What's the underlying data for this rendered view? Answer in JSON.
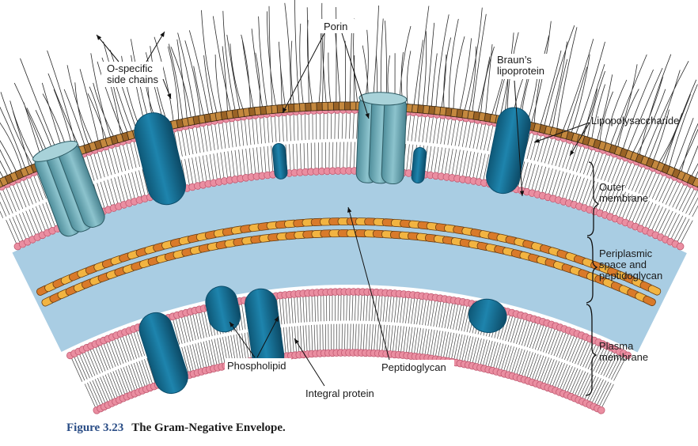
{
  "labels": {
    "o_specific": [
      "O-specific",
      "side chains"
    ],
    "porin": "Porin",
    "brauns": [
      "Braun’s",
      "lipoprotein"
    ],
    "lps": "Lipopolysaccharide",
    "outer": [
      "Outer",
      "membrane"
    ],
    "periplasmic": [
      "Periplasmic",
      "space and",
      "peptidoglycan"
    ],
    "plasma": [
      "Plasma",
      "membrane"
    ],
    "phospholipid": "Phospholipid",
    "peptidoglycan": "Peptidoglycan",
    "integral": "Integral protein"
  },
  "caption": {
    "number": "Figure 3.23",
    "title": "The Gram-Negative Envelope."
  },
  "colors": {
    "head": "#ea8ea1",
    "head_stroke": "#c25a72",
    "periplasm": "#a9cde3",
    "protein": "#14698f",
    "protein_dark": "#0d4e6c",
    "porin": "#6aa6b3",
    "lps_core": "#9a6326",
    "pg_orange": "#d97a2a",
    "pg_yellow": "#f2b441"
  }
}
